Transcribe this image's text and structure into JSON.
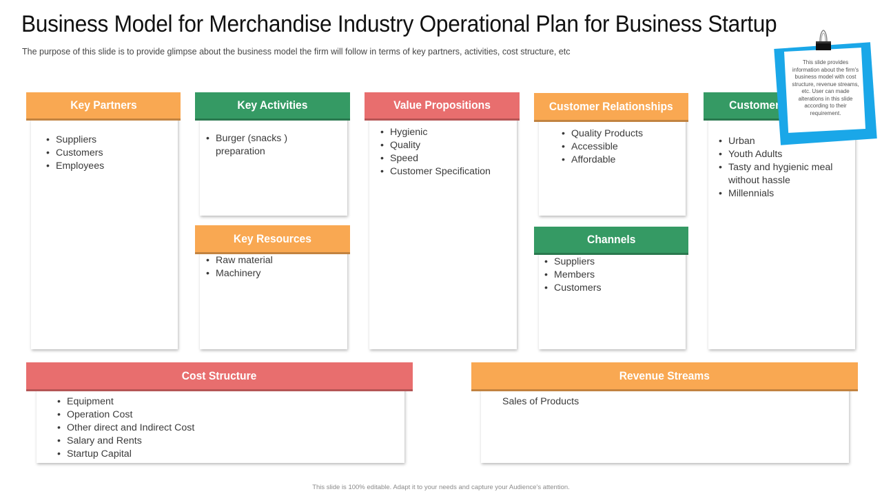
{
  "title": "Business Model for Merchandise Industry Operational Plan for Business Startup",
  "subtitle": "The purpose of this slide is to provide glimpse about the business model the firm will follow in terms of key partners, activities, cost structure, etc",
  "colors": {
    "orange": "#f9a852",
    "green": "#359a64",
    "red": "#e86e6e",
    "note_blue": "#1aa7e8"
  },
  "blocks": {
    "key_partners": {
      "heading": "Key Partners",
      "items": [
        "Suppliers",
        "Customers",
        "Employees"
      ]
    },
    "key_activities": {
      "heading": "Key Activities",
      "items": [
        "Burger (snacks ) preparation"
      ]
    },
    "key_resources": {
      "heading": "Key Resources",
      "items": [
        "Raw material",
        "Machinery"
      ]
    },
    "value_propositions": {
      "heading": "Value Propositions",
      "items": [
        "Hygienic",
        "Quality",
        "Speed",
        "Customer Specification"
      ]
    },
    "customer_relationships": {
      "heading": "Customer Relationships",
      "items": [
        "Quality Products",
        "Accessible",
        "Affordable"
      ]
    },
    "channels": {
      "heading": "Channels",
      "items": [
        "Suppliers",
        "Members",
        "Customers"
      ]
    },
    "customer_segments": {
      "heading": "Customer",
      "items": [
        "Urban",
        "Youth Adults",
        "Tasty and hygienic meal without hassle",
        "Millennials"
      ]
    },
    "cost_structure": {
      "heading": "Cost Structure",
      "items": [
        "Equipment",
        "Operation Cost",
        "Other direct and Indirect Cost",
        "Salary and Rents",
        "Startup Capital"
      ]
    },
    "revenue_streams": {
      "heading": "Revenue Streams",
      "text": "Sales of Products"
    }
  },
  "sticky_note": "This slide provides information about the firm's business model with cost structure, revenue streams, etc. User can made alterations in this slide according to their requirement.",
  "footer": "This slide is 100% editable. Adapt it to your needs and capture your Audience's attention."
}
